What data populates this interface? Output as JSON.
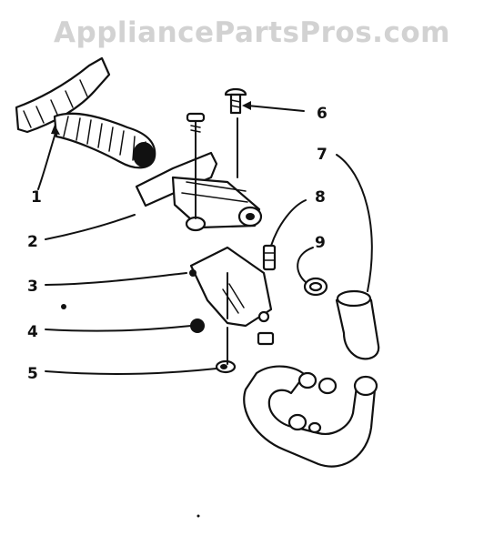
{
  "watermark": "AppliancePartsPros.com",
  "callouts": [
    {
      "label": "1"
    },
    {
      "label": "2"
    },
    {
      "label": "3"
    },
    {
      "label": "4"
    },
    {
      "label": "5"
    },
    {
      "label": "6"
    },
    {
      "label": "7"
    },
    {
      "label": "8"
    },
    {
      "label": "9"
    }
  ]
}
